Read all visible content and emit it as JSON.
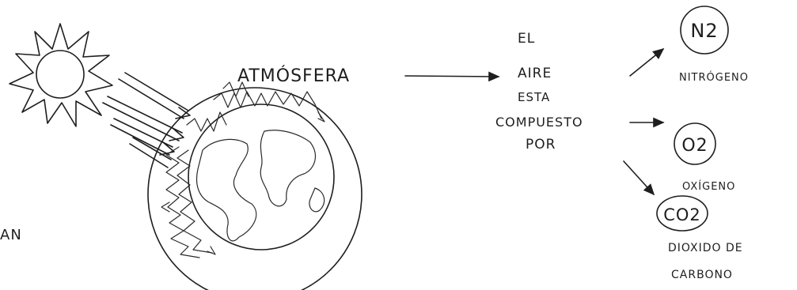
{
  "labels": {
    "atmosphere": "ATMÓSFERA",
    "left_fragment": "AN",
    "air_line1": "EL",
    "air_line2": "AIRE",
    "air_line3": "ESTA",
    "air_line4": "COMPUESTO",
    "air_line5": "POR"
  },
  "components": [
    {
      "formula": "N2",
      "name": "NITRÓGENO"
    },
    {
      "formula": "O2",
      "name": "OXÍGENO"
    },
    {
      "formula": "CO2",
      "name_line1": "DIOXIDO DE",
      "name_line2": "CARBONO"
    }
  ]
}
